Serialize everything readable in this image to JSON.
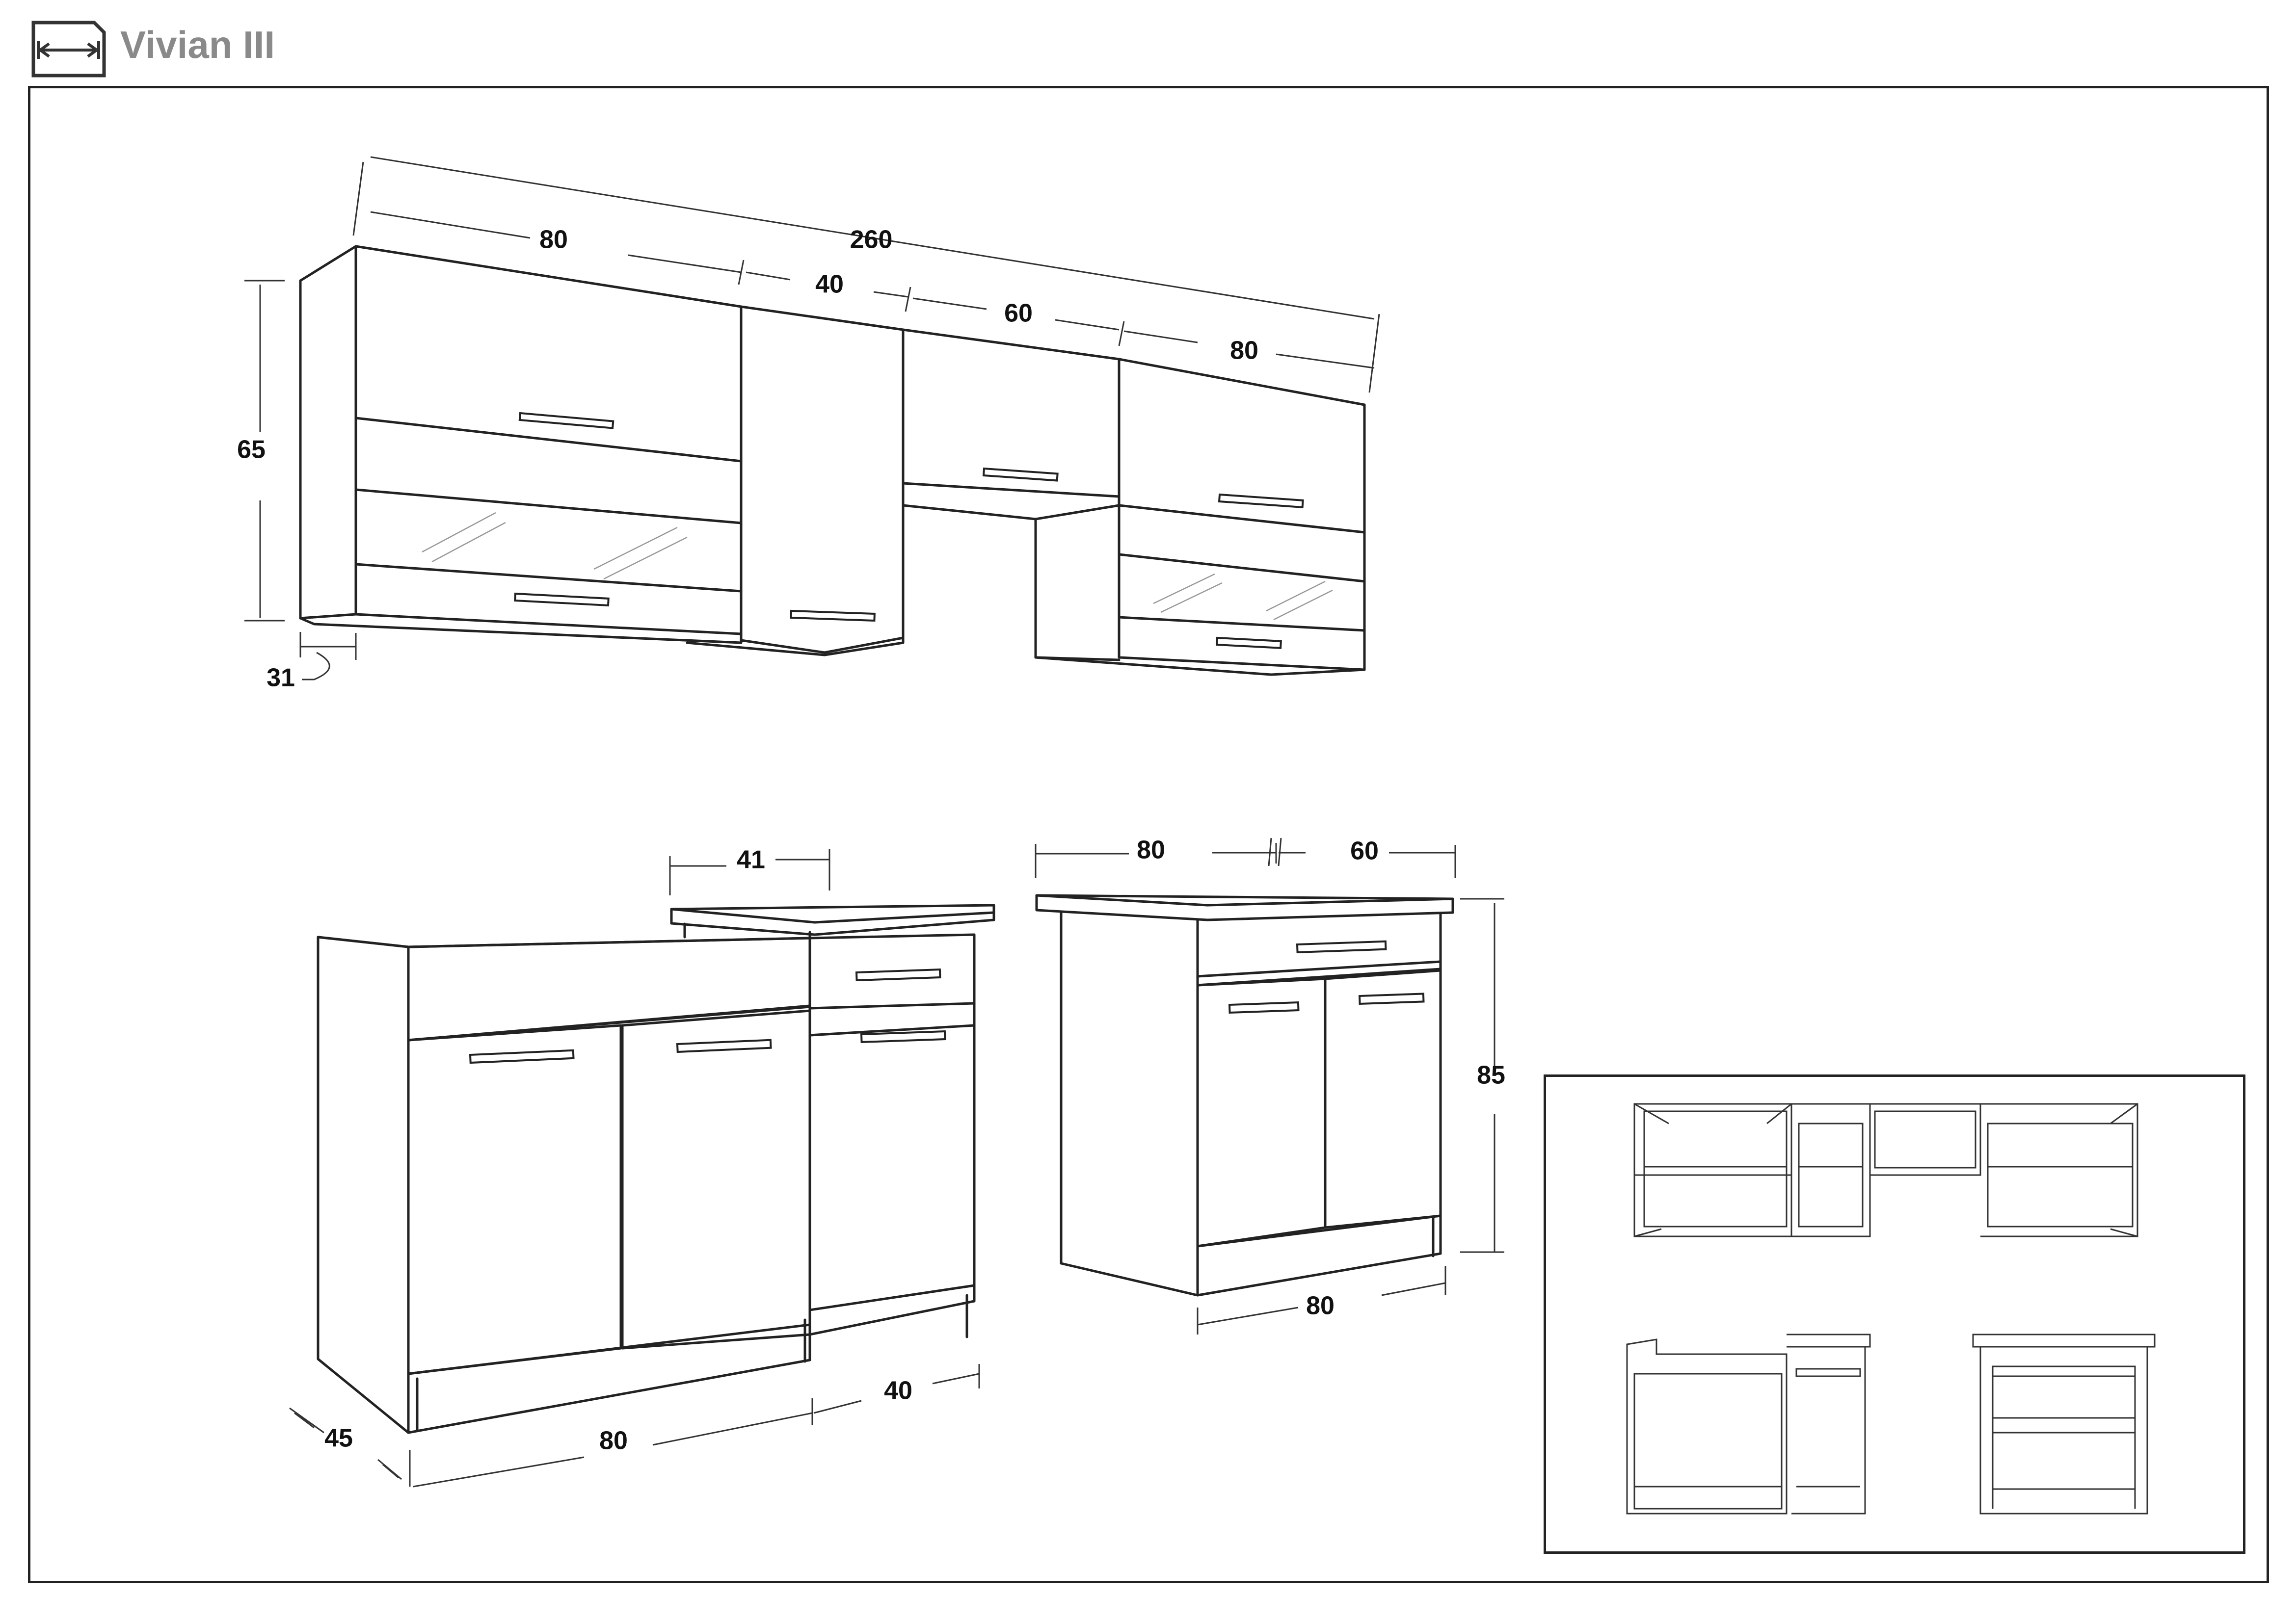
{
  "header": {
    "title": "Vivian III",
    "icon": "dimensions-icon"
  },
  "wall_units": {
    "total_width": "260",
    "widths": [
      "80",
      "40",
      "60",
      "80"
    ],
    "height": "65",
    "depth": "31"
  },
  "base_units": {
    "widths": [
      "80",
      "40"
    ],
    "depth": "45",
    "worktop_depth": "41"
  },
  "drawer_unit": {
    "top_widths": [
      "80",
      "60"
    ],
    "height": "85",
    "width": "80"
  },
  "colors": {
    "line": "#222222",
    "title": "#8a8a8a",
    "glass": "#999999"
  }
}
